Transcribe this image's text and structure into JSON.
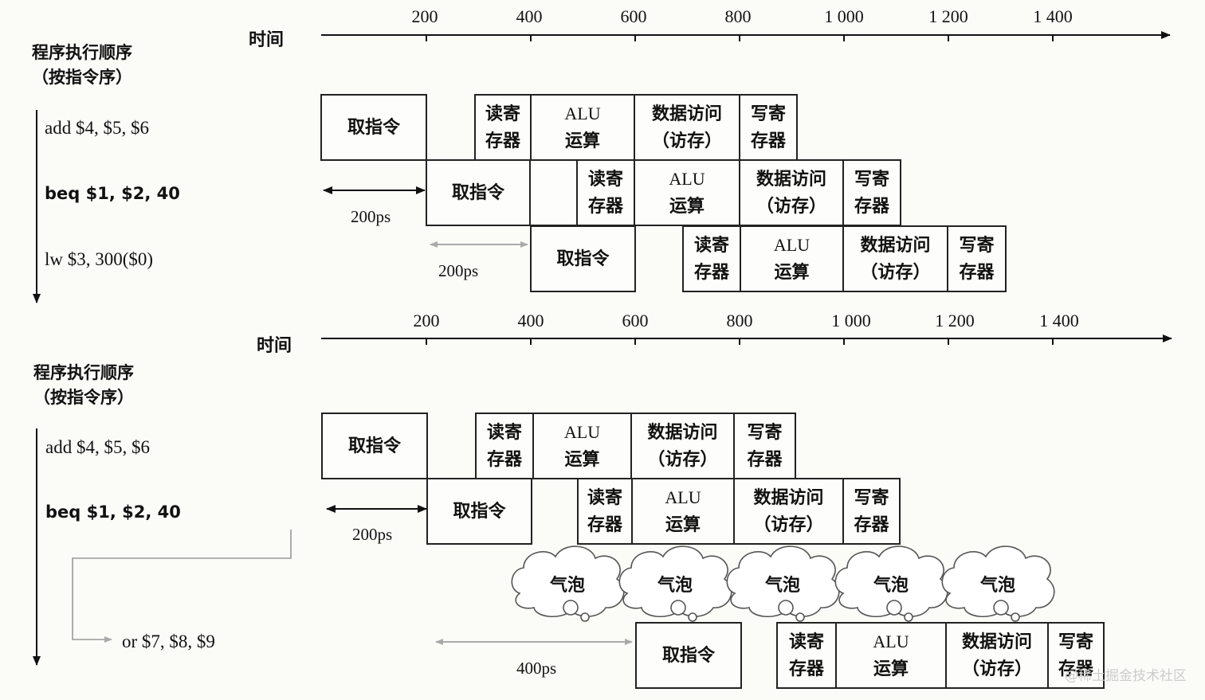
{
  "time_label": "时间",
  "order_title_line1": "程序执行顺序",
  "order_title_line2": "（按指令序）",
  "ticks": [
    "200",
    "400",
    "600",
    "800",
    "1 000",
    "1 200",
    "1 400"
  ],
  "stages": {
    "fetch": "取指令",
    "reg_read_1": "读寄",
    "reg_read_2": "存器",
    "alu_1": "ALU",
    "alu_2": "运算",
    "mem_1": "数据访问",
    "mem_2": "（访存）",
    "reg_write_1": "写寄",
    "reg_write_2": "存器",
    "bubble": "气泡"
  },
  "top": {
    "instructions": [
      "add $4, $5, $6",
      "beq  $1,  $2, 40",
      "lw  $3, 300($0)"
    ],
    "delay_1": "200ps",
    "delay_2": "200ps"
  },
  "bottom": {
    "instructions": [
      "add $4, $5, $6",
      "beq  $1,  $2, 40",
      "or $7, $8, $9"
    ],
    "delay_1": "200ps",
    "delay_2": "400ps"
  },
  "watermark": "@稀土掘金技术社区"
}
